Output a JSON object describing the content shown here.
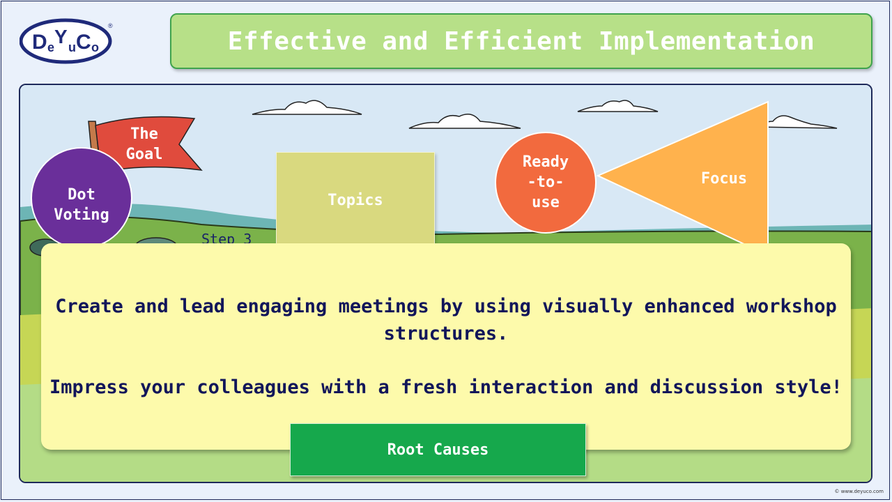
{
  "title": "Effective and Efficient Implementation",
  "logo": {
    "letters": [
      "D",
      "e",
      "Y",
      "u",
      "C",
      "o"
    ],
    "registered": "®"
  },
  "scene": {
    "flag_label": "The\nGoal",
    "dot_voting_label": "Dot\nVoting",
    "step_label": "Step 3",
    "topics_label": "Topics",
    "ready_label": "Ready\n-to-\nuse",
    "focus_label": "Focus"
  },
  "card": {
    "line1": "Create and lead engaging meetings by using visually enhanced workshop",
    "line2": "structures.",
    "line3": "Impress your colleagues with a fresh interaction and discussion style!"
  },
  "root_causes_label": "Root Causes",
  "copyright": "© www.deyuco.com",
  "colors": {
    "title_bg": "#b7e088",
    "title_border": "#3fa34d",
    "dot_voting": "#6a2f9a",
    "flag": "#e04b3d",
    "ready": "#f26a3e",
    "focus": "#ffb24d",
    "topics": "#d9d97f",
    "card": "#fdfaab",
    "root_causes": "#16a84c",
    "text_dark": "#12165a"
  }
}
